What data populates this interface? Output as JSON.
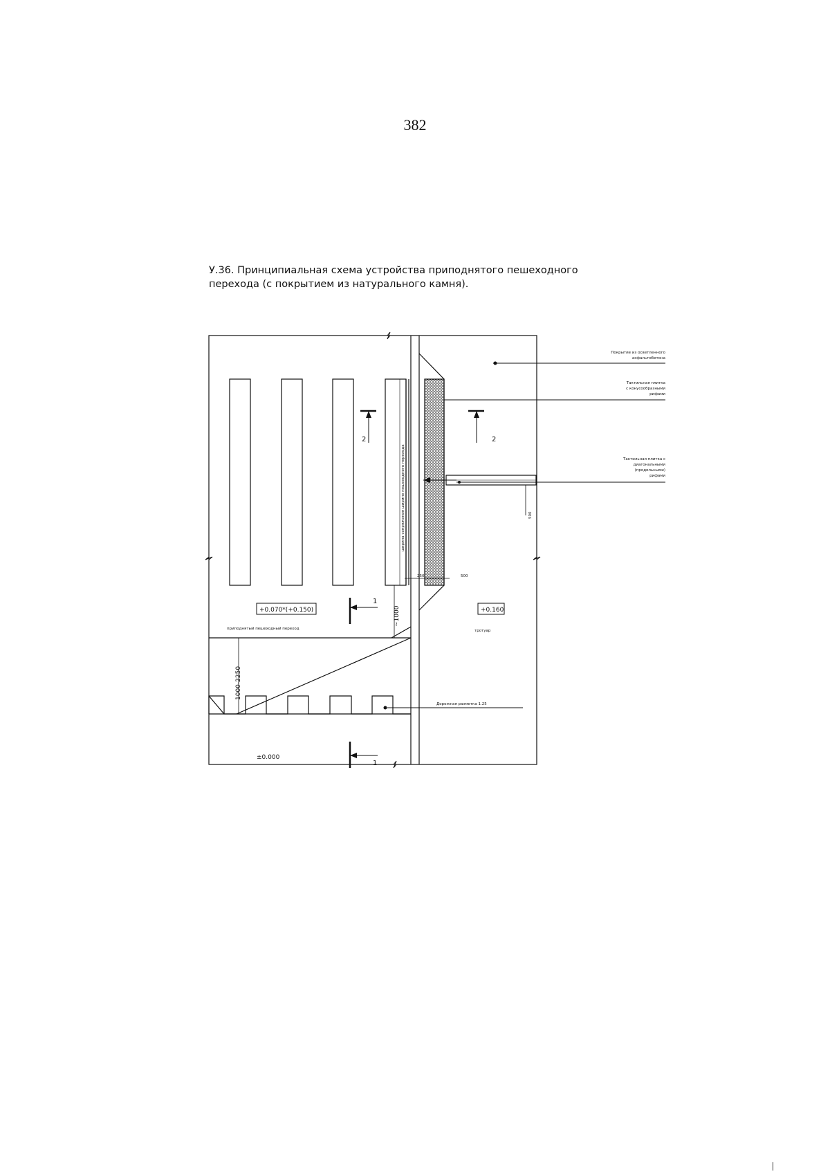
{
  "page": {
    "number": "382"
  },
  "figure": {
    "caption_line1": "У.36. Принципиальная схема устройства приподнятого пешеходного",
    "caption_line2": "перехода (с покрытием из натурального камня)."
  },
  "labels": {
    "coating_1": "Покрытие из осветленного",
    "coating_2": "асфальтобетона",
    "tactile_cone_1": "Тактильная плитка",
    "tactile_cone_2": "с конусообразными",
    "tactile_cone_3": "рифами",
    "tactile_diag_1": "Тактильная плитка с",
    "tactile_diag_2": "диагональными",
    "tactile_diag_3": "(продольными)",
    "tactile_diag_4": "рифами",
    "road_marking": "Дорожная разметка 1.25",
    "raised_crossing": "приподнятый пешеходный переход",
    "sidewalk": "тротуар",
    "width_note": "ширина сопряжения ширине пешеходного перехода"
  },
  "levels": {
    "raised": "+0.070*(+0.150)",
    "sidewalk": "+0.160",
    "road": "±0.000"
  },
  "dimensions": {
    "d1000": "~1000",
    "d1000_2250": "1000-2250",
    "d500_right": "500",
    "d500_bottom": "500",
    "d250": "250"
  },
  "section_marks": {
    "sec2_left": "2",
    "sec2_right": "2",
    "sec1_top": "1",
    "sec1_bottom": "1"
  }
}
